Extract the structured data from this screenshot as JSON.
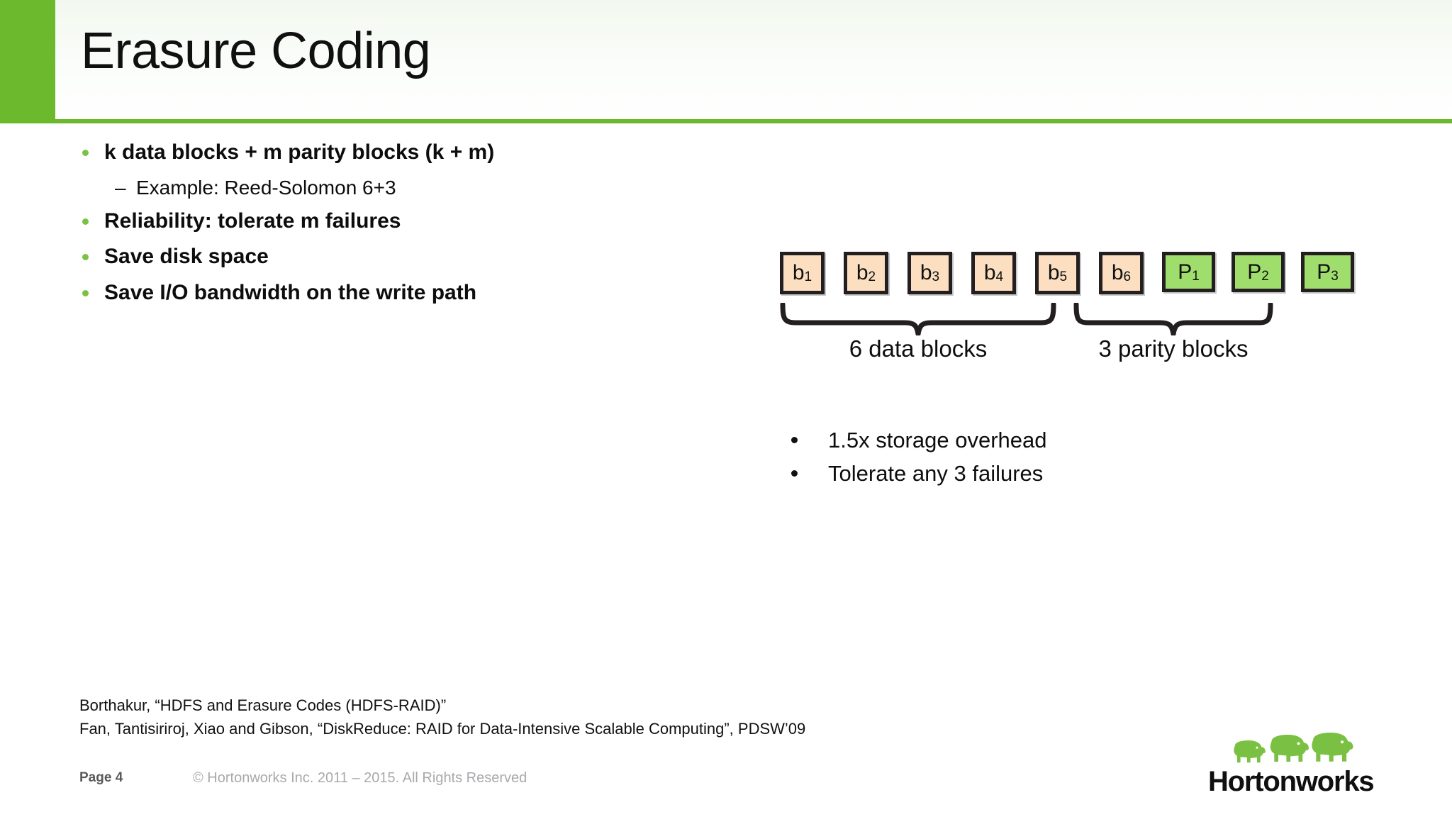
{
  "slide": {
    "title": "Erasure Coding",
    "page_label": "Page 4",
    "copyright": "© Hortonworks Inc. 2011 – 2015. All Rights Reserved",
    "accent_green": "#6cb92e",
    "bullet_green": "#7cc242",
    "data_block_fill": "#fbdfc0",
    "parity_block_fill": "#9fde6c",
    "block_border": "#231f20"
  },
  "bullets": [
    {
      "level": 1,
      "text": "k data blocks + m parity blocks (k + m)"
    },
    {
      "level": 2,
      "text": "Example: Reed-Solomon 6+3",
      "dash": "–"
    },
    {
      "level": 1,
      "text": "Reliability: tolerate m failures"
    },
    {
      "level": 1,
      "text": "Save disk space"
    },
    {
      "level": 1,
      "text": "Save I/O bandwidth on the write path"
    }
  ],
  "diagram": {
    "data_blocks": [
      {
        "base": "b",
        "sub": "1"
      },
      {
        "base": "b",
        "sub": "2"
      },
      {
        "base": "b",
        "sub": "3"
      },
      {
        "base": "b",
        "sub": "4"
      },
      {
        "base": "b",
        "sub": "5"
      },
      {
        "base": "b",
        "sub": "6"
      }
    ],
    "parity_blocks": [
      {
        "base": "P",
        "sub": "1"
      },
      {
        "base": "P",
        "sub": "2"
      },
      {
        "base": "P",
        "sub": "3"
      }
    ],
    "data_brace_label": "6 data blocks",
    "parity_brace_label": "3 parity blocks"
  },
  "sub_bullets": [
    "1.5x storage overhead",
    "Tolerate any 3 failures"
  ],
  "citations": [
    "Borthakur, “HDFS and Erasure Codes (HDFS-RAID)”",
    "Fan, Tantisiriroj, Xiao and Gibson, “DiskReduce: RAID for Data-Intensive Scalable Computing”, PDSW’09"
  ],
  "logo": {
    "wordmark": "Hortonworks",
    "elephant_color": "#7ac143"
  }
}
